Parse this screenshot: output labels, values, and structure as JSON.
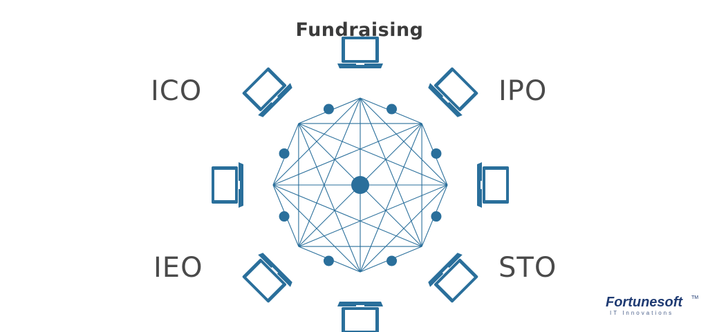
{
  "title": "Fundraising",
  "labels": {
    "ico": "ICO",
    "ipo": "IPO",
    "ieo": "IEO",
    "sto": "STO"
  },
  "brand": {
    "name": "Fortunesoft",
    "tm": "TM",
    "tagline": "IT Innovations"
  },
  "colors": {
    "primary": "#2a6f9b",
    "laptop_fill": "#d6eef8",
    "text": "#4a4a4a",
    "brand": "#1f3b73"
  },
  "icons": {
    "device": "laptop-icon",
    "node": "node-dot",
    "hub": "hub-dot"
  }
}
